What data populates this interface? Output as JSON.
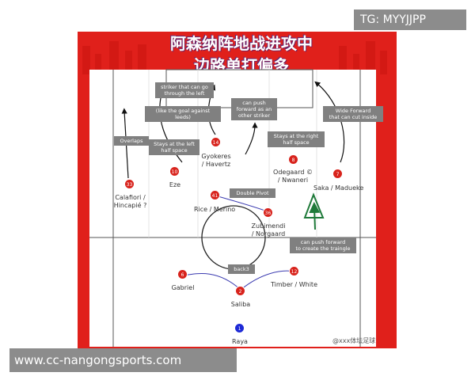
{
  "title": {
    "line1": "阿森纳阵地战进攻中",
    "line2": "边路单打偏多"
  },
  "watermarks": {
    "tg": "TG: MYYJJPP",
    "url": "www.cc-nangongsports.com",
    "weibo": "@xxx体坛足球"
  },
  "colors": {
    "frame": "#e0201b",
    "player": "#d8231c",
    "goalkeeper": "#1e2ad6",
    "annotation_box": "#808080",
    "pass_line": "#3b3bb0",
    "triangle_arrow": "#1f7a3a"
  },
  "players": [
    {
      "number": "33",
      "name": "Calafiori /\nHincapié ?"
    },
    {
      "number": "10",
      "name": "Eze"
    },
    {
      "number": "14",
      "name": "Gyokeres\n/ Havertz"
    },
    {
      "number": "8",
      "name": "Odegaard ©\n/ Nwaneri"
    },
    {
      "number": "7",
      "name": "Saka / Madueke"
    },
    {
      "number": "41",
      "name": "Rice / Merino"
    },
    {
      "number": "36",
      "name": "Zubimendi\n/ Norgaard"
    },
    {
      "number": "6",
      "name": "Gabriel"
    },
    {
      "number": "2",
      "name": "Saliba"
    },
    {
      "number": "12",
      "name": "Timber / White"
    },
    {
      "number": "1",
      "name": "Raya"
    }
  ],
  "annotations": {
    "striker_left": "striker that can go\nthrough the left",
    "goal_leeds": "(like the goal against leeds)",
    "push_forward_striker": "can push\nforward as an\nother striker",
    "wide_forward": "Wide Forward\nthat can cut inside",
    "overlaps": "Overlaps",
    "left_half_space": "Stays at the left\nhalf space",
    "right_half_space": "Stays at the right\nhalf space",
    "double_pivot": "Double Pivot",
    "create_triangle": "can push forward\nto create the traingle",
    "back3": "back3"
  }
}
